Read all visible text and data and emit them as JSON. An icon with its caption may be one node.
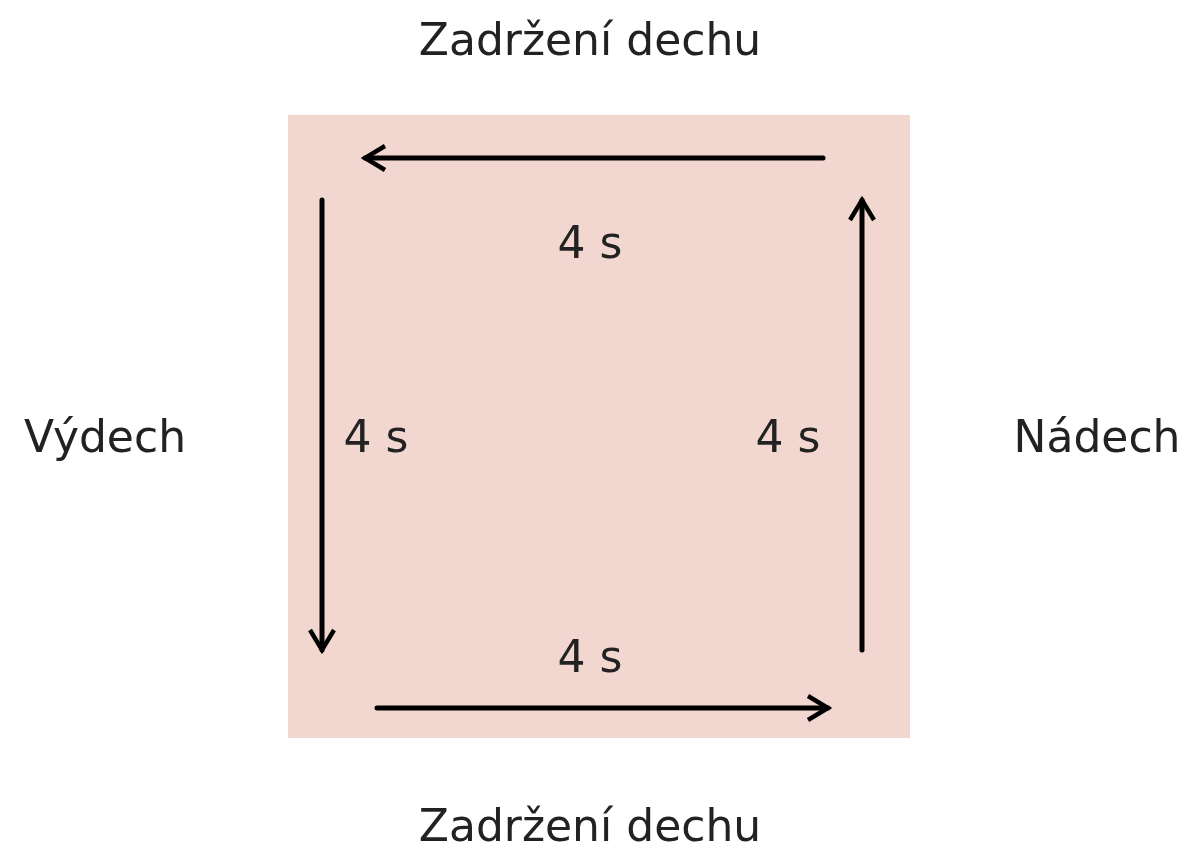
{
  "diagram": {
    "nodes": [
      {
        "text": [
          "4 s",
          "4 s",
          "4 s",
          "4 s"
        ]
      }
    ],
    "labels": [
      "Zadržení dechu",
      "Výdech",
      "Nádech",
      "Zadržení dechu"
    ]
  }
}
